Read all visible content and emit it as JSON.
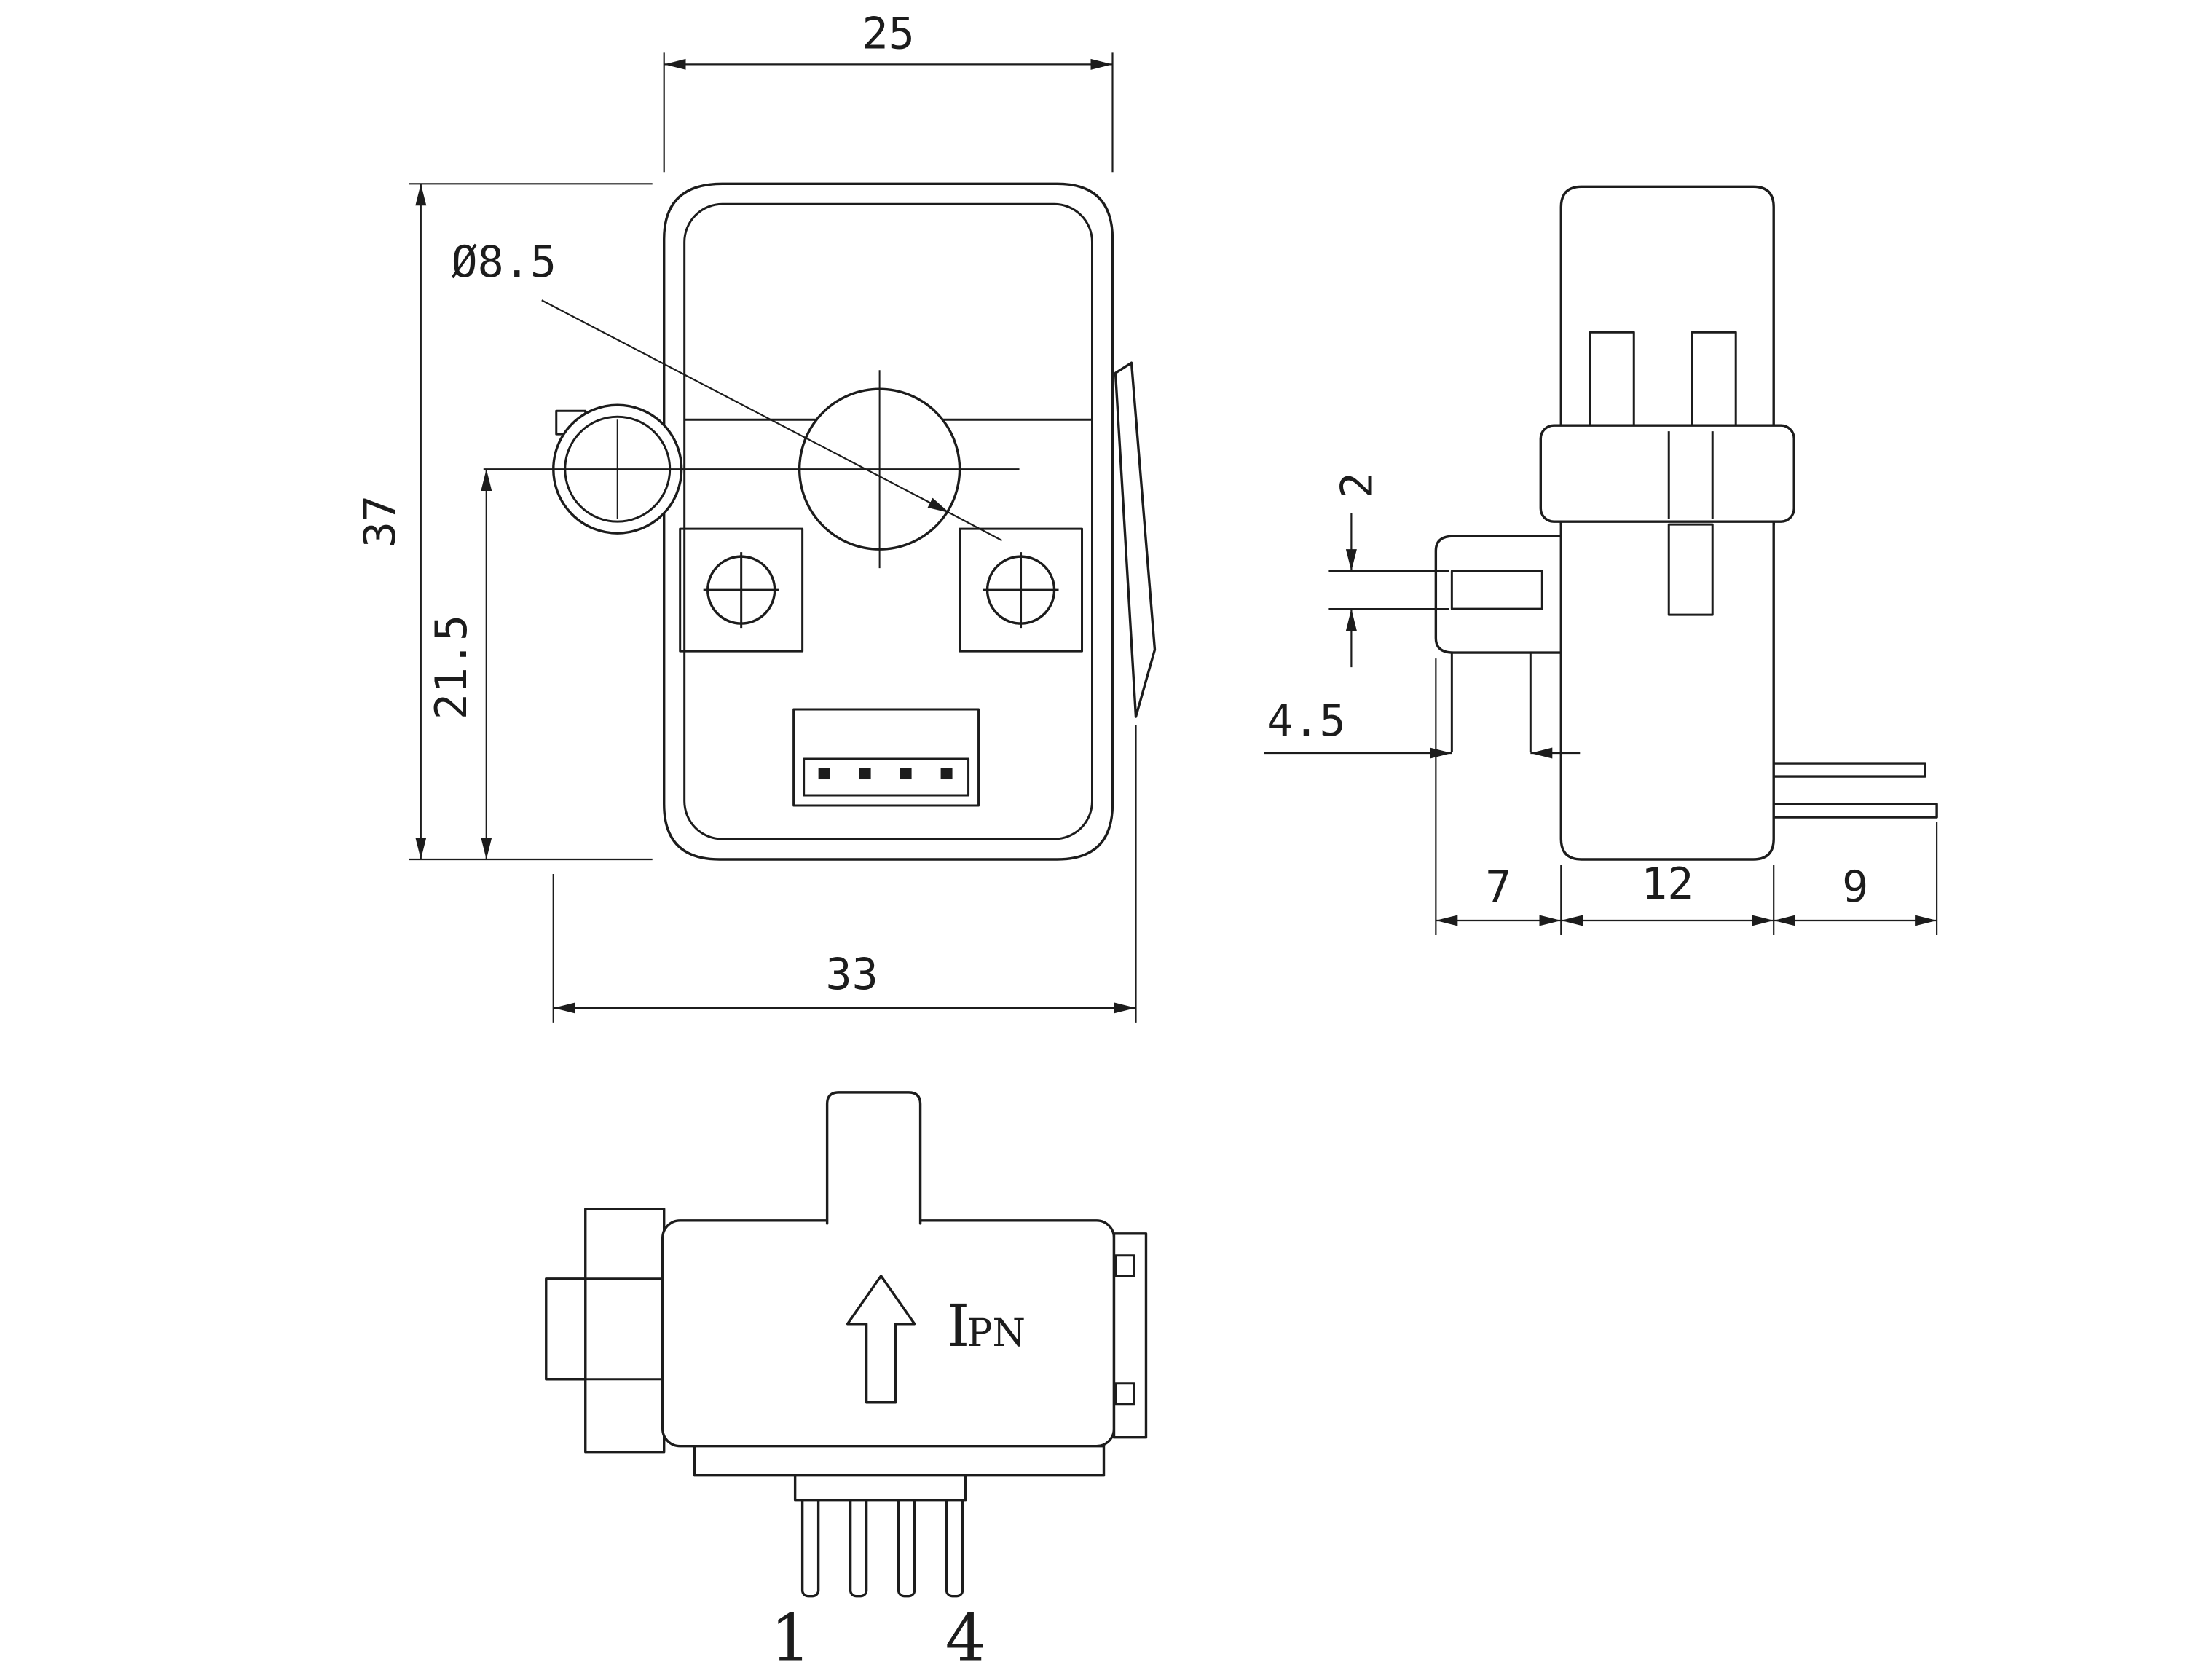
{
  "drawing": {
    "colors": {
      "line": "#1c1c1c",
      "background": "#ffffff"
    },
    "front_view": {
      "dim_width_top": "25",
      "dim_height": "37",
      "dim_center_height": "21.5",
      "dim_width_bottom": "33",
      "dim_hole_diameter": "Ø8.5"
    },
    "side_view": {
      "dim_groove": "2",
      "dim_boss_depth": "4.5",
      "dim_flange_depth": "7",
      "dim_body_depth": "12",
      "dim_pin_length": "9"
    },
    "bottom_view": {
      "current_symbol": "I",
      "current_subscript": "PN",
      "pin_first": "1",
      "pin_last": "4"
    }
  }
}
